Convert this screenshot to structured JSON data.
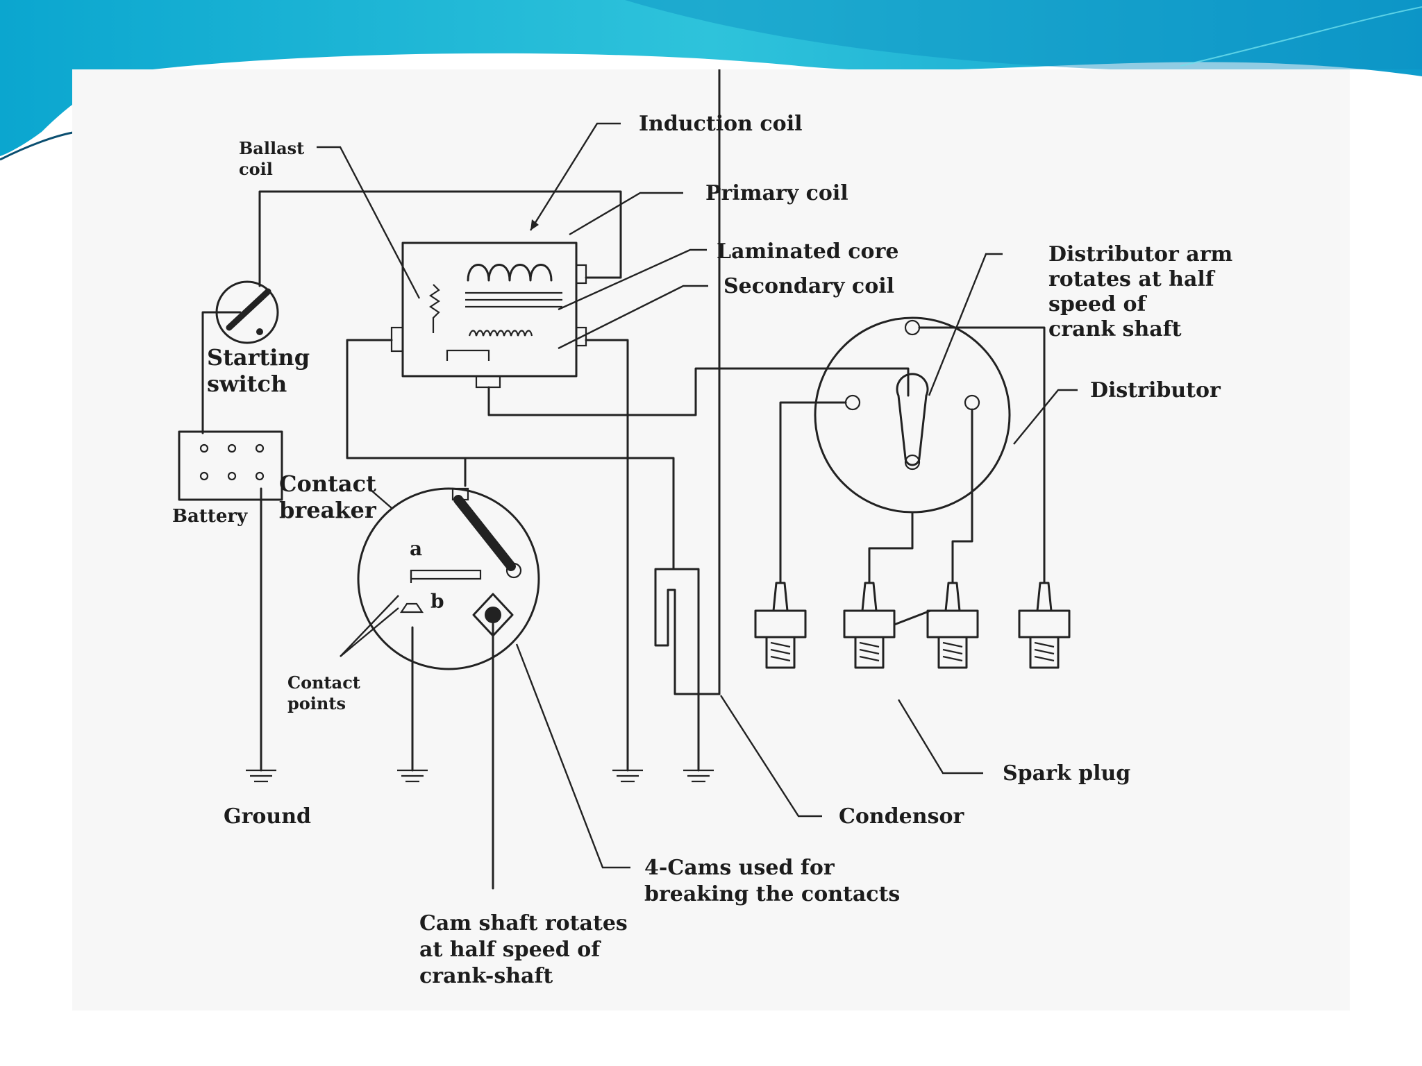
{
  "colors": {
    "banner_light": "#2cc3dc",
    "banner_dark": "#0386b5",
    "panel_background": "#f7f7f7",
    "ink": "#1c1c1c"
  },
  "labels": {
    "induction_coil": "Induction coil",
    "ballast_coil": [
      "Ballast",
      "coil"
    ],
    "primary_coil": "Primary coil",
    "laminated_core": "Laminated core",
    "secondary_coil": "Secondary coil",
    "distributor_arm": [
      "Distributor arm",
      "rotates at half",
      "speed of",
      "crank shaft"
    ],
    "distributor": "Distributor",
    "starting_switch": [
      "Starting",
      "switch"
    ],
    "battery": "Battery",
    "contact_breaker": [
      "Contact",
      "breaker"
    ],
    "point_a": "a",
    "point_b": "b",
    "contact_points": [
      "Contact",
      "points"
    ],
    "ground": "Ground",
    "condensor": "Condensor",
    "spark_plug": "Spark plug",
    "cams": [
      "4-Cams used for",
      "breaking the contacts"
    ],
    "cam_shaft": [
      "Cam shaft rotates",
      "at half speed of",
      "crank-shaft"
    ]
  }
}
